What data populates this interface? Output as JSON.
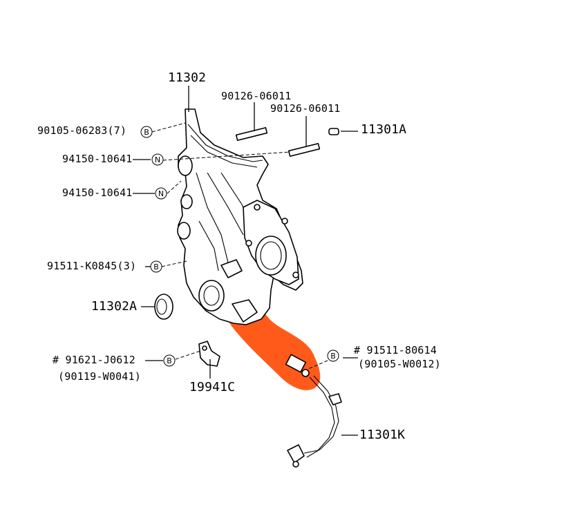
{
  "diagram": {
    "highlight_color": "#ff5a1a",
    "labels": {
      "p11302": "11302",
      "p90126_a": "90126-06011",
      "p90126_b": "90126-06011",
      "p11301a": "11301A",
      "p90105": "90105-06283(7)",
      "p94150_a": "94150-10641",
      "p94150_b": "94150-10641",
      "p91511k": "91511-K0845(3)",
      "p11302a": "11302A",
      "p91621": "# 91621-J0612",
      "p90119": "(90119-W0041)",
      "p19941c": "19941C",
      "p91511_8": "# 91511-80614",
      "p90105w": "(90105-W0012)",
      "p11301k": "11301K"
    },
    "symbols": {
      "bolt": "B",
      "nut": "N"
    }
  }
}
